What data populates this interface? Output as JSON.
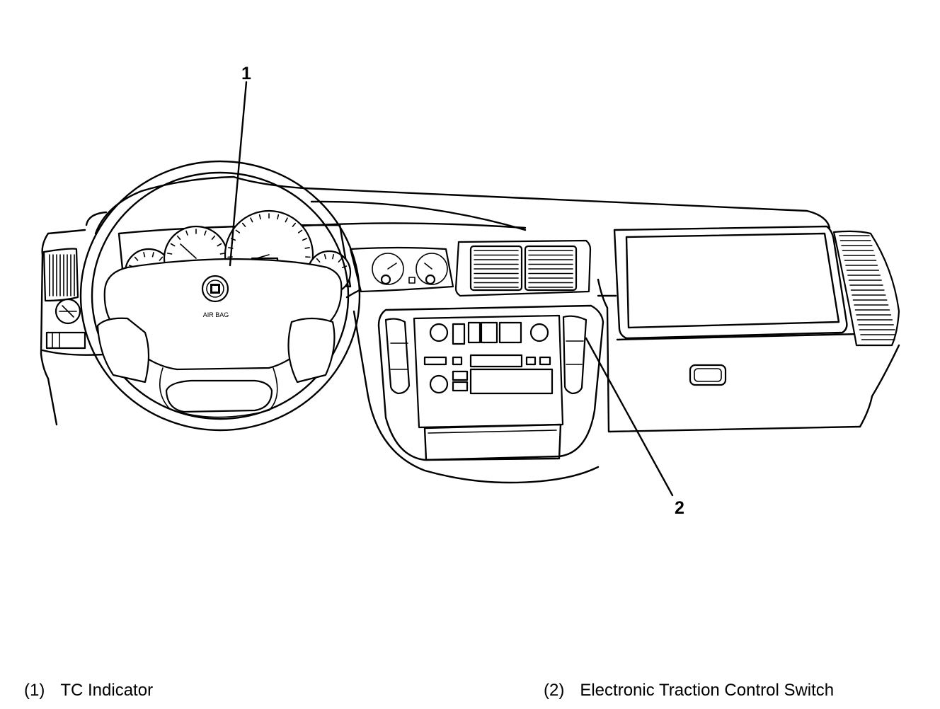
{
  "callouts": [
    {
      "number": "1",
      "label": "TC Indicator"
    },
    {
      "number": "2",
      "label": "Electronic Traction Control Switch"
    }
  ],
  "legend": [
    {
      "number": "(1)",
      "label": "TC Indicator"
    },
    {
      "number": "(2)",
      "label": "Electronic Traction Control Switch"
    }
  ],
  "airbag_text": "AIR BAG"
}
